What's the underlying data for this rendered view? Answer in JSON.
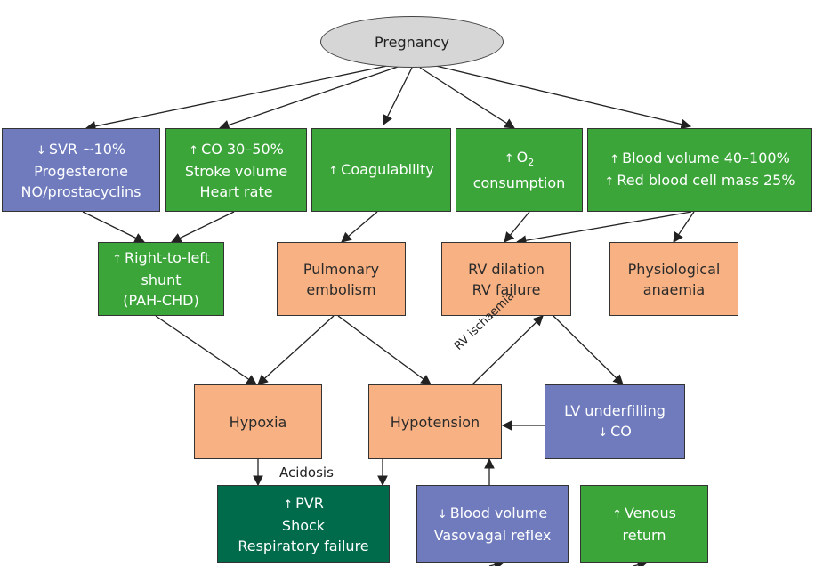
{
  "nodes": {
    "pregnancy": "Pregnancy",
    "svr": [
      "SVR ~10%",
      "Progesterone",
      "NO/prostacyclins"
    ],
    "co": [
      "CO 30–50%",
      "Stroke volume",
      "Heart rate"
    ],
    "coag": "Coagulability",
    "o2": {
      "base": "O",
      "sub": "2",
      "line2": "consumption"
    },
    "blood": [
      "Blood volume 40–100%",
      "Red blood cell mass 25%"
    ],
    "shunt": [
      "Right-to-left",
      "shunt",
      "(PAH-CHD)"
    ],
    "pe": [
      "Pulmonary",
      "embolism"
    ],
    "rv": [
      "RV dilation",
      "RV failure"
    ],
    "anaemia": [
      "Physiological",
      "anaemia"
    ],
    "hypoxia": "Hypoxia",
    "hypotension": "Hypotension",
    "lv": [
      "LV underfilling",
      "CO"
    ],
    "pvr": [
      "PVR",
      "Shock",
      "Respiratory failure"
    ],
    "bv": [
      "Blood volume",
      "Vasovagal reflex"
    ],
    "venous": [
      "Venous",
      "return"
    ]
  },
  "edge_labels": {
    "acidosis": "Acidosis",
    "rv_ischaemia": "RV ischaemia"
  },
  "colors": {
    "green": "#3ba53a",
    "purple": "#6f7bbd",
    "orange": "#f8b183",
    "dark_green": "#006b4a",
    "ellipse": "#d6d6d6"
  }
}
